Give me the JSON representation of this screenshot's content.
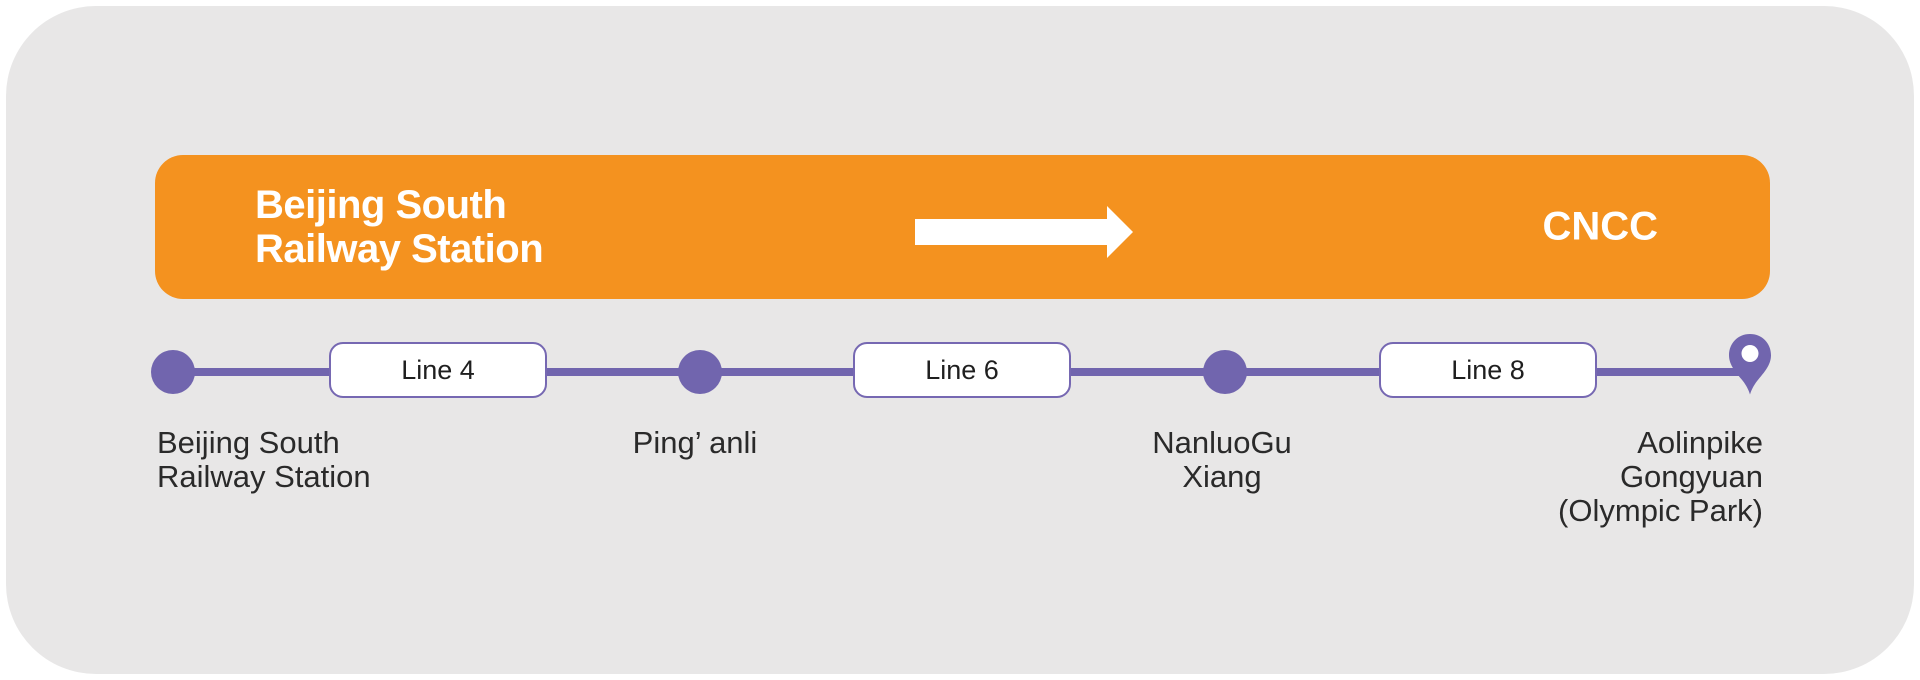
{
  "colors": {
    "card_background": "#E8E7E7",
    "banner_orange": "#F4921F",
    "route_purple": "#7165AE",
    "badge_border_purple": "#7668B2",
    "label_text": "#2A2A2A",
    "banner_text": "#FFFFFF"
  },
  "banner": {
    "origin_lines": [
      "Beijing South",
      "Railway Station"
    ],
    "arrow_icon": "arrow-right",
    "destination": "CNCC"
  },
  "route": {
    "stations": [
      {
        "name_lines": [
          "Beijing South",
          "Railway Station"
        ]
      },
      {
        "name_lines": [
          "Ping’ anli"
        ]
      },
      {
        "name_lines": [
          "NanluoGu",
          "Xiang"
        ]
      },
      {
        "name_lines": [
          "Aolinpike",
          "Gongyuan",
          "(Olympic Park)"
        ]
      }
    ],
    "line_badges": [
      {
        "label": "Line 4"
      },
      {
        "label": "Line 6"
      },
      {
        "label": "Line 8"
      }
    ],
    "destination_marker_icon": "map-pin"
  }
}
